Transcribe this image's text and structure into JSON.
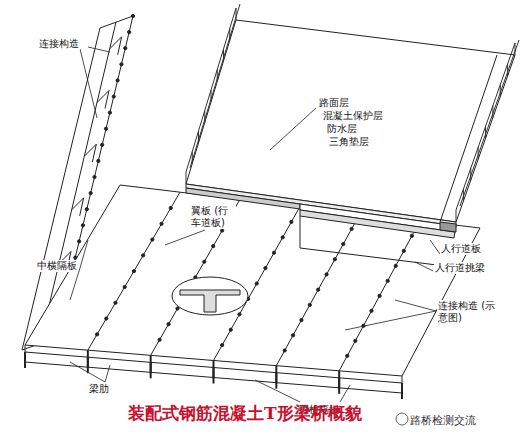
{
  "diagram": {
    "caption": "装配式钢筋混凝土T形梁桥概貌",
    "labels": [
      "连接构造",
      "中横隔板",
      "翼板 (行车道板)",
      "路面层",
      "混凝土保护层",
      "防水层",
      "三角垫层",
      "人行道板",
      "人行道挑梁",
      "连接构造 (示意图)",
      "梁肋",
      "端横隔板",
      "路桥检测交流"
    ]
  }
}
